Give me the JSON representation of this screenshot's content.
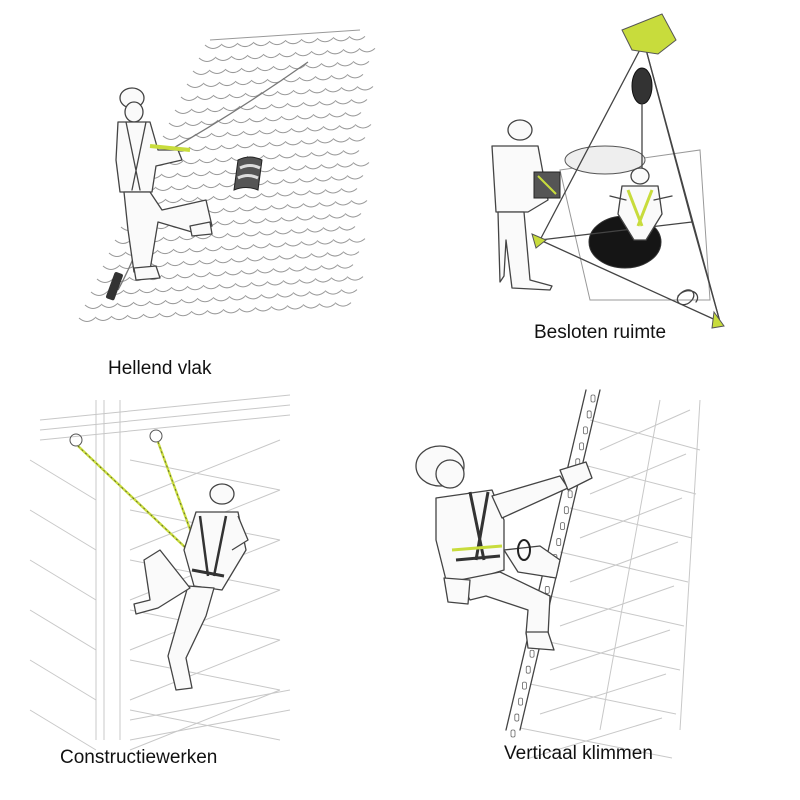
{
  "colors": {
    "accent": "#c8dc3c",
    "line": "#444444",
    "background": "#ffffff"
  },
  "panels": [
    {
      "caption": "Hellend vlak"
    },
    {
      "caption": "Besloten ruimte"
    },
    {
      "caption": "Constructiewerken"
    },
    {
      "caption": "Verticaal klimmen"
    }
  ]
}
